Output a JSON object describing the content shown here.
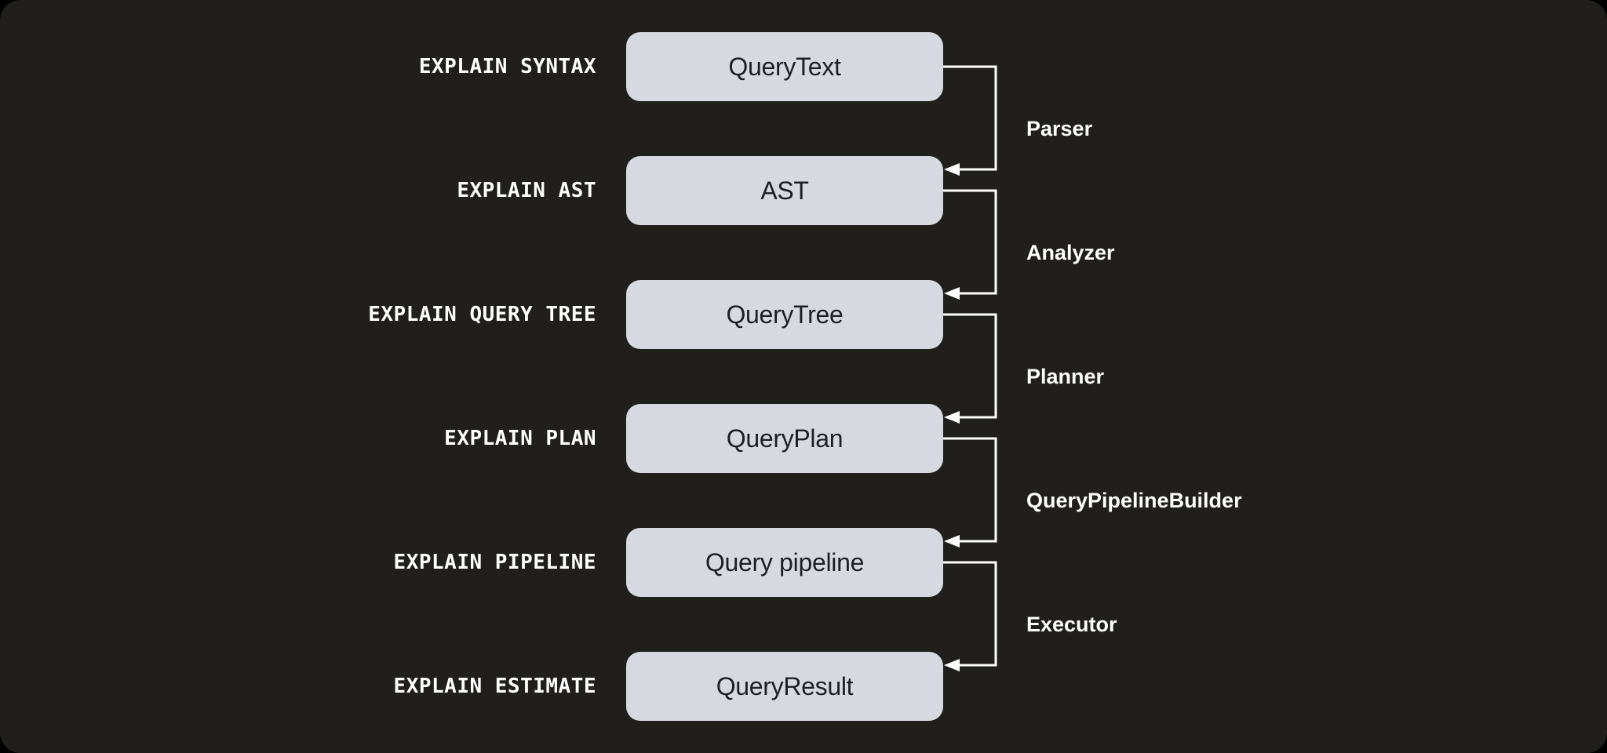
{
  "diagram": {
    "rows": [
      {
        "explain": "EXPLAIN SYNTAX",
        "box": "QueryText"
      },
      {
        "explain": "EXPLAIN AST",
        "box": "AST"
      },
      {
        "explain": "EXPLAIN QUERY TREE",
        "box": "QueryTree"
      },
      {
        "explain": "EXPLAIN PLAN",
        "box": "QueryPlan"
      },
      {
        "explain": "EXPLAIN PIPELINE",
        "box": "Query pipeline"
      },
      {
        "explain": "EXPLAIN ESTIMATE",
        "box": "QueryResult"
      }
    ],
    "stages": [
      {
        "label": "Parser"
      },
      {
        "label": "Analyzer"
      },
      {
        "label": "Planner"
      },
      {
        "label": "QueryPipelineBuilder"
      },
      {
        "label": "Executor"
      }
    ],
    "colors": {
      "background": "#201f1b",
      "box_fill": "#d7d9e1",
      "box_text": "#1e1f22",
      "line": "#ffffff",
      "label": "#ffffff"
    }
  }
}
